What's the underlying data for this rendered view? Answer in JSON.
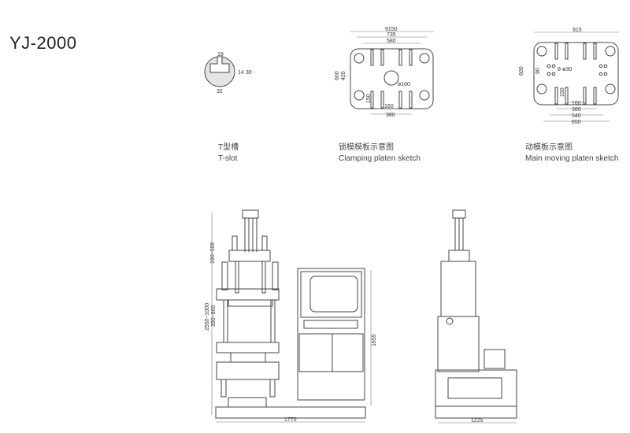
{
  "model": "YJ-2000",
  "tslot": {
    "title_cn": "T型槽",
    "title_en": "T-slot",
    "dims": [
      "18",
      "30",
      "14",
      "32"
    ]
  },
  "clamp": {
    "title_cn": "锁模模板示意图",
    "title_en": "Clamping platen sketch",
    "dims": [
      "9150",
      "735",
      "580",
      "600",
      "420",
      "ø160",
      "150",
      "160",
      "380"
    ]
  },
  "moving": {
    "title_cn": "动模板示意图",
    "title_en": "Main moving platen sketch",
    "dims": [
      "915",
      "600",
      "90",
      "8-ø30",
      "150",
      "160",
      "380",
      "540",
      "650"
    ]
  },
  "front": {
    "dims": [
      "190~500",
      "2550~3300",
      "350~800",
      "1655",
      "1770"
    ]
  },
  "side": {
    "dims": [
      "1225"
    ]
  }
}
